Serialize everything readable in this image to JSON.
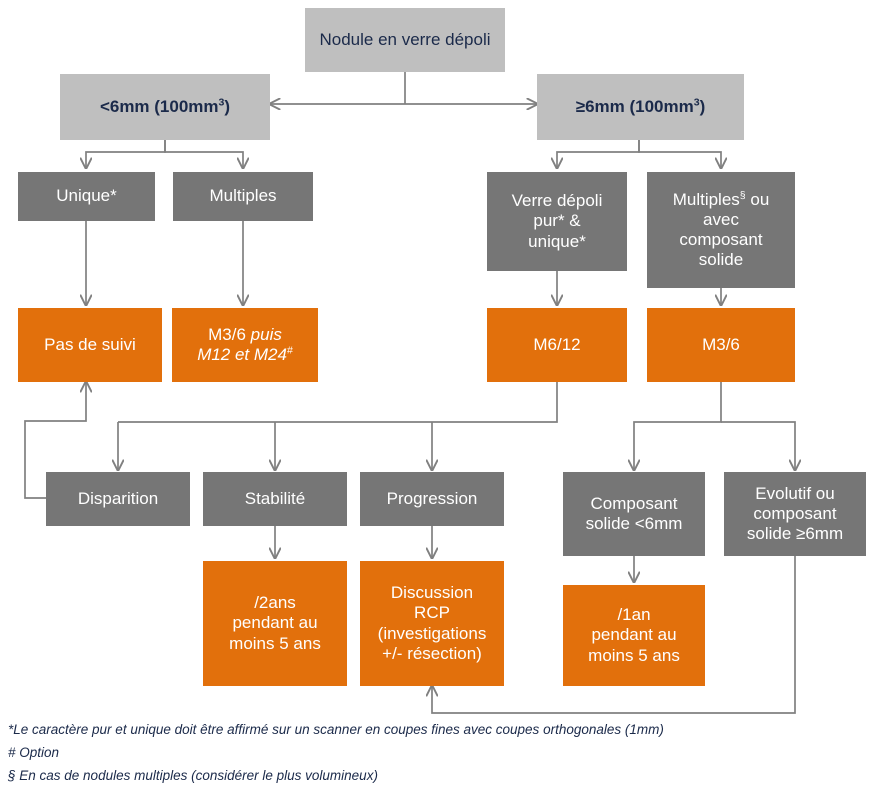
{
  "diagram": {
    "title_node": {
      "text": "Nodule en verre dépoli"
    },
    "nodes": [
      {
        "id": "root",
        "text": "Nodule en verre dépoli",
        "style": "gray-light"
      },
      {
        "id": "lt6",
        "text": "<6mm (100mm",
        "sup": "3",
        "tail": ")",
        "style": "gray-light-bold"
      },
      {
        "id": "gte6",
        "text": "≥6mm (100mm",
        "sup": "3",
        "tail": ")",
        "style": "gray-light-bold"
      },
      {
        "id": "unique",
        "text": "Unique*",
        "style": "gray-dark"
      },
      {
        "id": "multiples",
        "text": "Multiples",
        "style": "gray-dark"
      },
      {
        "id": "verre",
        "text": "Verre dépoli pur* & unique*",
        "style": "gray-dark"
      },
      {
        "id": "multsolide",
        "text": "Multiples",
        "sup": "§",
        "tail": " ou avec composant solide",
        "style": "gray-dark"
      },
      {
        "id": "pasdesuivi",
        "text": "Pas de suivi",
        "style": "orange"
      },
      {
        "id": "m36puis",
        "text": "M3/6 ",
        "em": "puis M12 et M24",
        "sup": "#",
        "style": "orange"
      },
      {
        "id": "m612",
        "text": "M6/12",
        "style": "orange"
      },
      {
        "id": "m36",
        "text": "M3/6",
        "style": "orange"
      },
      {
        "id": "disparition",
        "text": "Disparition",
        "style": "gray-dark"
      },
      {
        "id": "stabilite",
        "text": "Stabilité",
        "style": "gray-dark"
      },
      {
        "id": "progression",
        "text": "Progression",
        "style": "gray-dark"
      },
      {
        "id": "compsolide",
        "text": "Composant solide <6mm",
        "style": "gray-dark"
      },
      {
        "id": "evolutif",
        "text": "Evolutif ou composant solide ≥6mm",
        "style": "gray-dark"
      },
      {
        "id": "deuxans",
        "text": "/2ans pendant au moins 5 ans",
        "style": "orange"
      },
      {
        "id": "rcp",
        "text": "Discussion RCP (investigations +/- résection)",
        "style": "orange"
      },
      {
        "id": "unan",
        "text": "/1an pendant au moins 5 ans",
        "style": "orange"
      }
    ],
    "labels": {
      "root": "Nodule en verre dépoli",
      "lt6_main": "<6mm (100mm",
      "lt6_sup": "3",
      "lt6_tail": ")",
      "gte6_main": "≥6mm (100mm",
      "gte6_sup": "3",
      "gte6_tail": ")",
      "unique": "Unique*",
      "multiples": "Multiples",
      "verre_line1": "Verre dépoli",
      "verre_line2": "pur* &",
      "verre_line3": "unique*",
      "multsolide_main": "Multiples",
      "multsolide_sup": "§",
      "multsolide_tail": " ou",
      "multsolide_line2": "avec",
      "multsolide_line3": "composant",
      "multsolide_line4": "solide",
      "pasdesuivi": "Pas de suivi",
      "m36puis_plain": "M3/6 ",
      "m36puis_em1": "puis",
      "m36puis_em2": "M12 et M24",
      "m36puis_sup": "#",
      "m612": "M6/12",
      "m36": "M3/6",
      "disparition": "Disparition",
      "stabilite": "Stabilité",
      "progression": "Progression",
      "compsolide_line1": "Composant",
      "compsolide_line2": "solide <6mm",
      "evolutif_line1": "Evolutif ou",
      "evolutif_line2": "composant",
      "evolutif_line3": "solide ≥6mm",
      "deuxans_line1": "/2ans",
      "deuxans_line2": "pendant au",
      "deuxans_line3": "moins 5 ans",
      "rcp_line1": "Discussion",
      "rcp_line2": "RCP",
      "rcp_line3": "(investigations",
      "rcp_line4": "+/- résection)",
      "unan_line1": "/1an",
      "unan_line2": "pendant au",
      "unan_line3": "moins 5 ans"
    },
    "footnotes": [
      "*Le caractère pur et unique doit être affirmé sur un scanner en coupes fines avec coupes orthogonales (1mm)",
      "# Option",
      "§ En cas de nodules multiples (considérer le plus volumineux)"
    ],
    "colors": {
      "gray_light": "#bfbfbf",
      "gray_dark": "#767676",
      "orange": "#e2700c",
      "connector": "#808080",
      "dark_text": "#1b2a4a",
      "light_text": "#ffffff",
      "background": "#ffffff"
    }
  }
}
